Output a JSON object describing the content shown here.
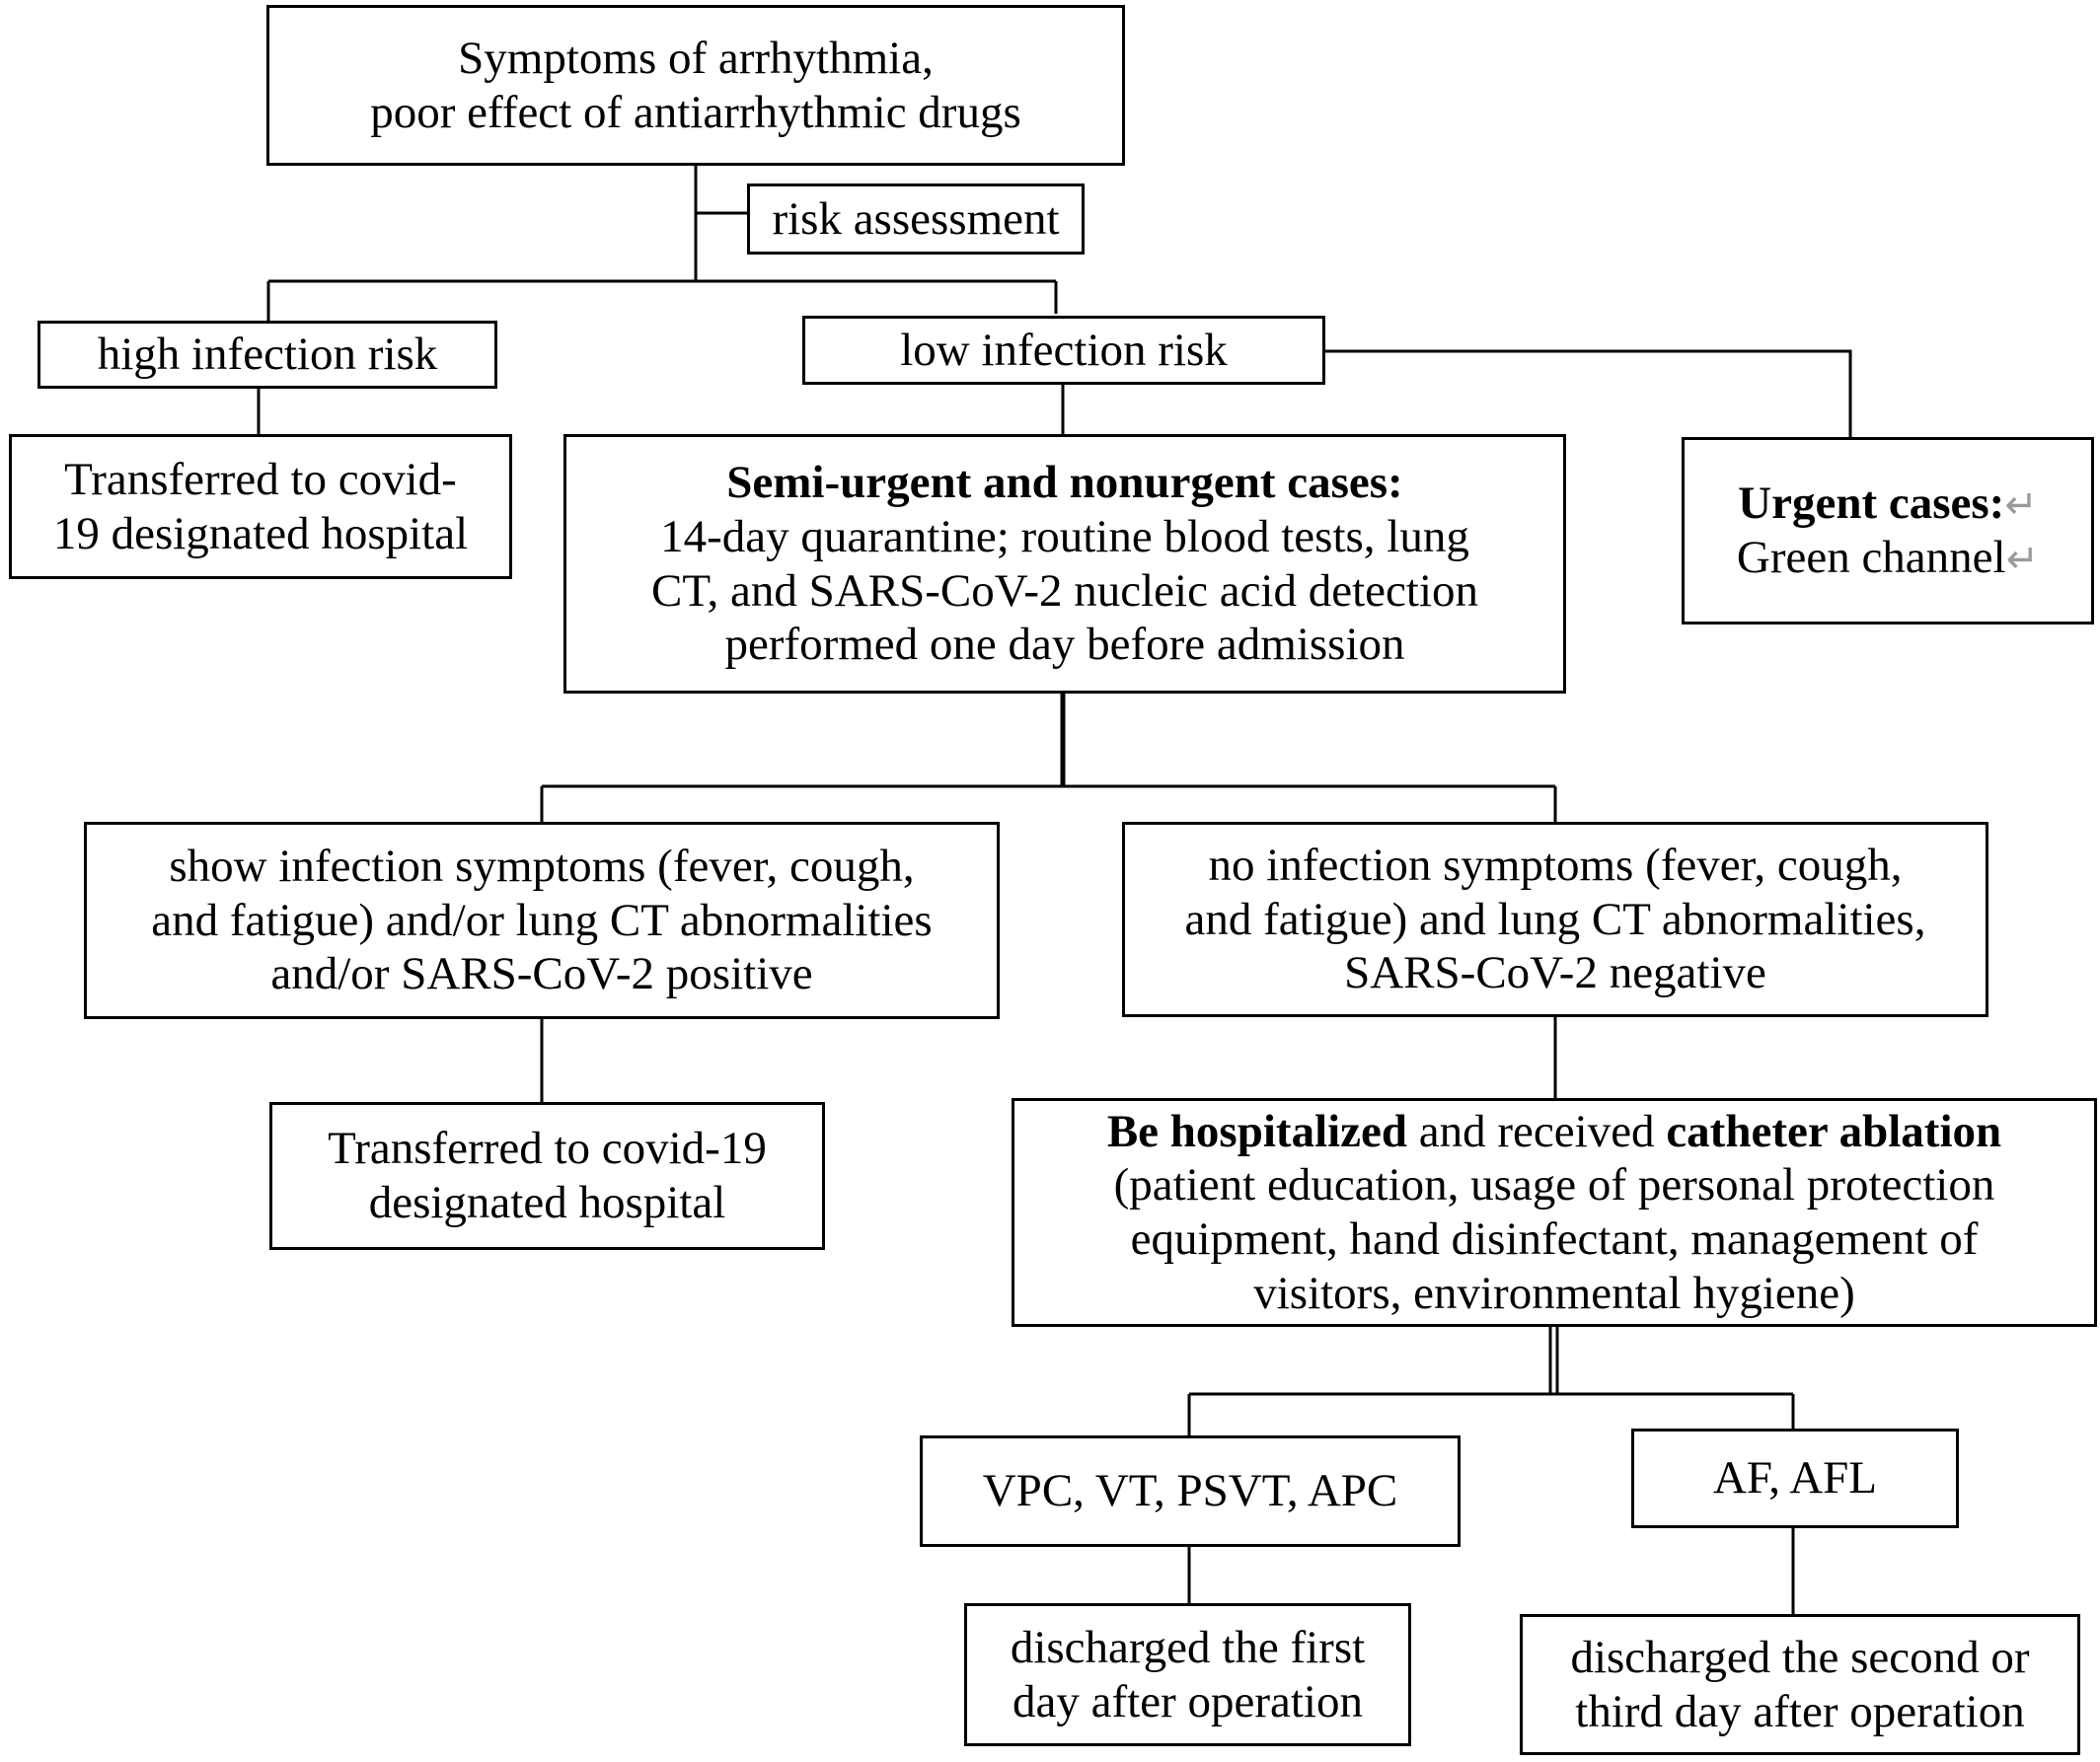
{
  "nodes": {
    "symptoms": {
      "line1": "Symptoms of arrhythmia,",
      "line2": "poor effect of antiarrhythmic drugs"
    },
    "risk_assessment": {
      "label": "risk assessment"
    },
    "high_risk": {
      "label": "high infection risk"
    },
    "low_risk": {
      "label": "low infection risk"
    },
    "transferred_high": {
      "line1": "Transferred to covid-",
      "line2": "19 designated hospital"
    },
    "semi_urgent": {
      "heading": "Semi-urgent and nonurgent cases:",
      "line1": "14-day quarantine; routine blood tests, lung",
      "line2": "CT, and SARS-CoV-2 nucleic acid detection",
      "line3": "performed one day before admission"
    },
    "urgent": {
      "heading": "Urgent cases:",
      "line1": "Green channel",
      "return_mark": "↵"
    },
    "show_symptoms": {
      "line1": "show infection symptoms (fever, cough,",
      "line2": "and fatigue) and/or lung CT abnormalities",
      "line3": "and/or SARS-CoV-2 positive"
    },
    "no_symptoms": {
      "line1": "no infection symptoms (fever, cough,",
      "line2": "and fatigue) and lung CT abnormalities,",
      "line3": "SARS-CoV-2 negative"
    },
    "transferred_symptoms": {
      "line1": "Transferred to covid-19",
      "line2": "designated hospital"
    },
    "hospitalized": {
      "bold1": "Be hospitalized",
      "mid": " and received ",
      "bold2": "catheter ablation",
      "line2": "(patient education, usage of personal protection",
      "line3": "equipment, hand disinfectant, management of",
      "line4": "visitors, environmental hygiene)"
    },
    "vpc_group": {
      "label": "VPC, VT, PSVT, APC"
    },
    "af_group": {
      "label": "AF, AFL"
    },
    "discharge_first": {
      "line1": "discharged the first",
      "line2": "day after operation"
    },
    "discharge_second": {
      "line1": "discharged the second or",
      "line2": "third day after operation"
    }
  },
  "colors": {
    "stroke": "#000000",
    "background": "#ffffff",
    "return_mark": "#9a9a9a"
  }
}
